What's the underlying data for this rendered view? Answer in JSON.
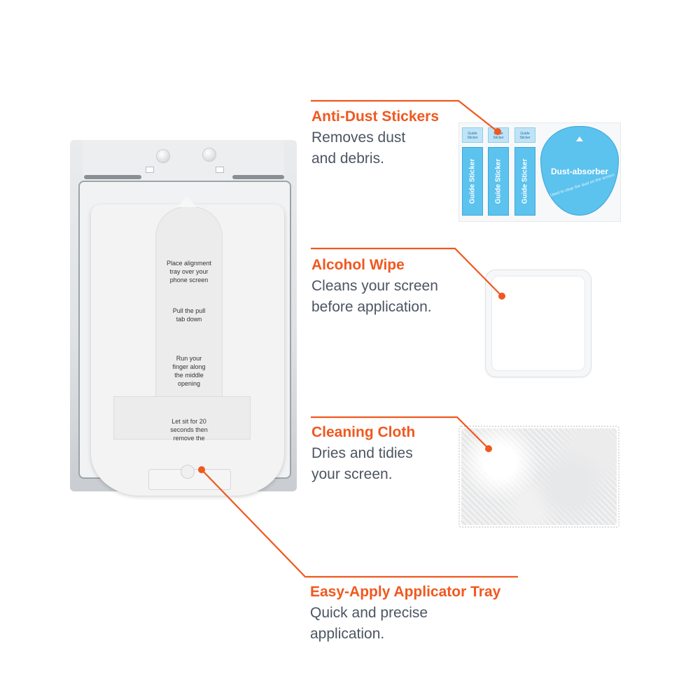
{
  "colors": {
    "accent": "#f0581f",
    "description": "#4c5562",
    "sticker_blue": "#5cc2ee",
    "tray_gray": "#dfe2e5"
  },
  "callouts": {
    "anti_dust": {
      "title": "Anti-Dust Stickers",
      "description": "Removes dust\nand debris."
    },
    "alcohol_wipe": {
      "title": "Alcohol Wipe",
      "description": "Cleans your screen\nbefore application."
    },
    "cleaning_cloth": {
      "title": "Cleaning Cloth",
      "description": "Dries and tidies\nyour screen."
    },
    "applicator_tray": {
      "title": "Easy-Apply Applicator Tray",
      "description": "Quick and precise\napplication."
    }
  },
  "tray": {
    "steps": [
      "Place alignment\ntray over your\nphone screen",
      "Pull the pull\ntab down",
      "Run your\nfinger along\nthe middle\nopening",
      "Let sit for 20\nseconds then\nremove the"
    ]
  },
  "stickers": {
    "guide_label": "Guide Sticker",
    "guide_head_label": "Guide Sticker",
    "dust_absorber_label": "Dust-absorber",
    "dust_absorber_hint": "Used to clear the dust on the screen"
  }
}
